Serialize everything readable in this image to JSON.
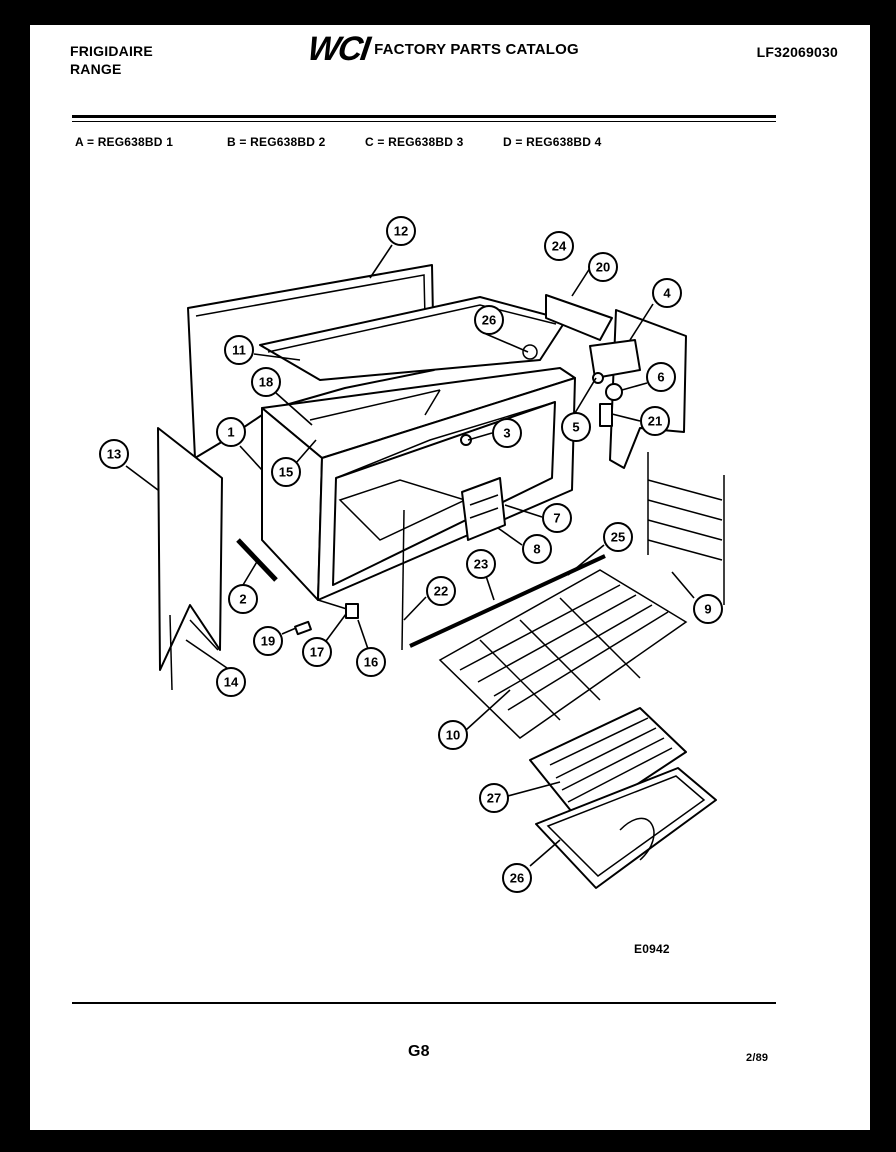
{
  "header": {
    "brand_line1": "FRIGIDAIRE",
    "brand_line2": "RANGE",
    "logo": "WCI",
    "catalog_title": "FACTORY PARTS CATALOG",
    "catalog_number": "LF32069030"
  },
  "models": [
    "A = REG638BD 1",
    "B = REG638BD 2",
    "C = REG638BD 3",
    "D = REG638BD 4"
  ],
  "callouts": [
    "1",
    "2",
    "3",
    "4",
    "5",
    "6",
    "7",
    "8",
    "9",
    "10",
    "11",
    "12",
    "13",
    "14",
    "15",
    "16",
    "17",
    "18",
    "19",
    "20",
    "21",
    "22",
    "23",
    "24",
    "25",
    "26",
    "26",
    "27"
  ],
  "footer": {
    "diagram_code": "E0942",
    "page_code": "G8",
    "date_code": "2/89"
  }
}
